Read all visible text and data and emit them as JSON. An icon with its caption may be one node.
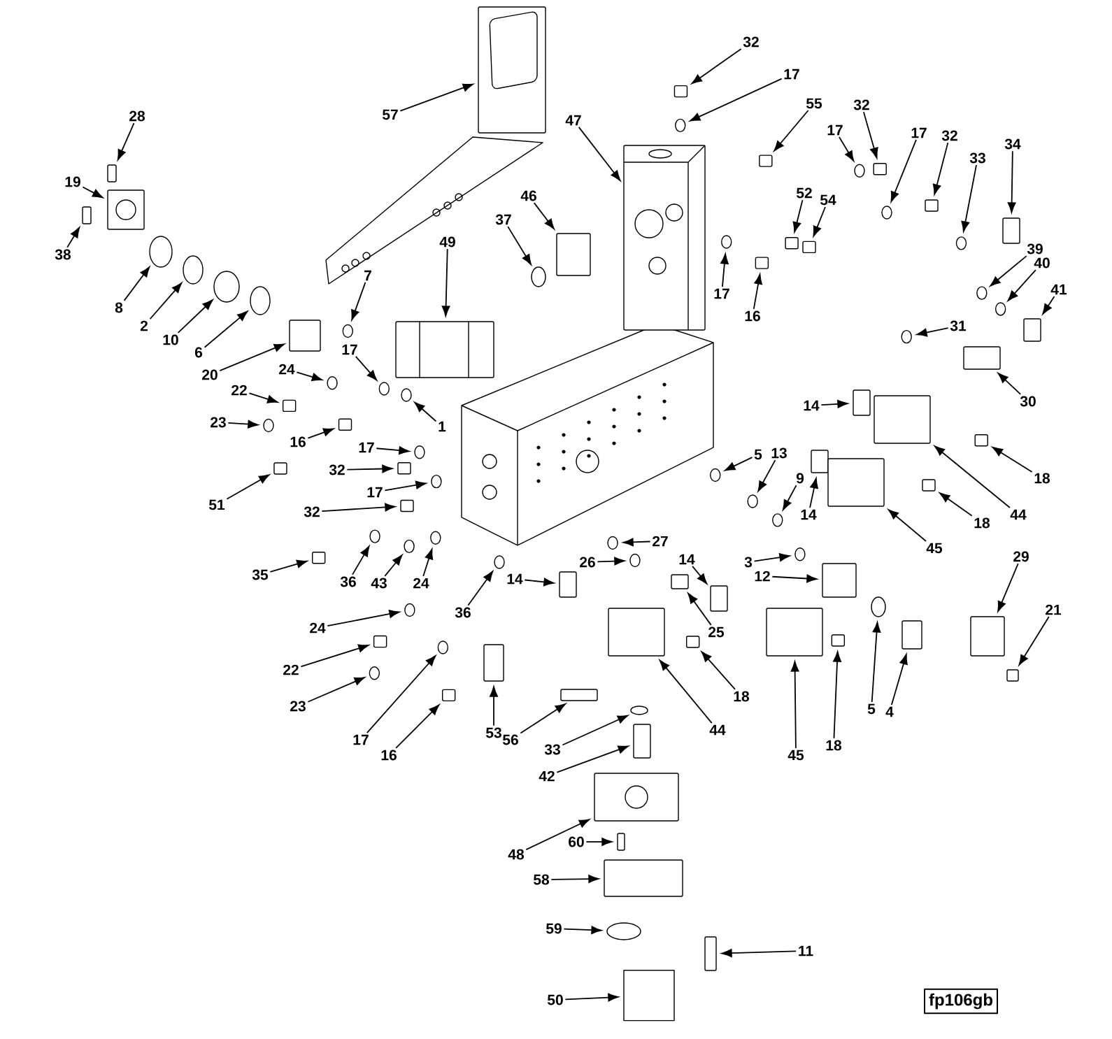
{
  "diagram": {
    "nodes": [
      {
        "text": [
          "32"
        ]
      },
      {
        "text": [
          "17"
        ]
      },
      {
        "text": [
          "55"
        ]
      },
      {
        "text": [
          "32"
        ]
      },
      {
        "text": [
          "57"
        ]
      },
      {
        "text": [
          "28"
        ]
      },
      {
        "text": [
          "47"
        ]
      },
      {
        "text": [
          "17"
        ]
      },
      {
        "text": [
          "17"
        ]
      },
      {
        "text": [
          "32"
        ]
      },
      {
        "text": [
          "34"
        ]
      },
      {
        "text": [
          "33"
        ]
      },
      {
        "text": [
          "19"
        ]
      },
      {
        "text": [
          "52"
        ]
      },
      {
        "text": [
          "46"
        ]
      },
      {
        "text": [
          "54"
        ]
      },
      {
        "text": [
          "37"
        ]
      },
      {
        "text": [
          "49"
        ]
      },
      {
        "text": [
          "39"
        ]
      },
      {
        "text": [
          "38"
        ]
      },
      {
        "text": [
          "40"
        ]
      },
      {
        "text": [
          "7"
        ]
      },
      {
        "text": [
          "41"
        ]
      },
      {
        "text": [
          "17"
        ]
      },
      {
        "text": [
          "16"
        ]
      },
      {
        "text": [
          "8"
        ]
      },
      {
        "text": [
          "2"
        ]
      },
      {
        "text": [
          "31"
        ]
      },
      {
        "text": [
          "10"
        ]
      },
      {
        "text": [
          "6"
        ]
      },
      {
        "text": [
          "17"
        ]
      },
      {
        "text": [
          "24"
        ]
      },
      {
        "text": [
          "20"
        ]
      },
      {
        "text": [
          "22"
        ]
      },
      {
        "text": [
          "30"
        ]
      },
      {
        "text": [
          "14"
        ]
      },
      {
        "text": [
          "23"
        ]
      },
      {
        "text": [
          "1"
        ]
      },
      {
        "text": [
          "16"
        ]
      },
      {
        "text": [
          "17"
        ]
      },
      {
        "text": [
          "5"
        ]
      },
      {
        "text": [
          "13"
        ]
      },
      {
        "text": [
          "32"
        ]
      },
      {
        "text": [
          "9"
        ]
      },
      {
        "text": [
          "18"
        ]
      },
      {
        "text": [
          "17"
        ]
      },
      {
        "text": [
          "51"
        ]
      },
      {
        "text": [
          "32"
        ]
      },
      {
        "text": [
          "44"
        ]
      },
      {
        "text": [
          "14"
        ]
      },
      {
        "text": [
          "18"
        ]
      },
      {
        "text": [
          "45"
        ]
      },
      {
        "text": [
          "27"
        ]
      },
      {
        "text": [
          "29"
        ]
      },
      {
        "text": [
          "3"
        ]
      },
      {
        "text": [
          "26"
        ]
      },
      {
        "text": [
          "35"
        ]
      },
      {
        "text": [
          "12"
        ]
      },
      {
        "text": [
          "14"
        ]
      },
      {
        "text": [
          "14"
        ]
      },
      {
        "text": [
          "36"
        ]
      },
      {
        "text": [
          "43"
        ]
      },
      {
        "text": [
          "24"
        ]
      },
      {
        "text": [
          "36"
        ]
      },
      {
        "text": [
          "21"
        ]
      },
      {
        "text": [
          "24"
        ]
      },
      {
        "text": [
          "25"
        ]
      },
      {
        "text": [
          "22"
        ]
      },
      {
        "text": [
          "18"
        ]
      },
      {
        "text": [
          "23"
        ]
      },
      {
        "text": [
          "5"
        ]
      },
      {
        "text": [
          "4"
        ]
      },
      {
        "text": [
          "53"
        ]
      },
      {
        "text": [
          "44"
        ]
      },
      {
        "text": [
          "17"
        ]
      },
      {
        "text": [
          "56"
        ]
      },
      {
        "text": [
          "18"
        ]
      },
      {
        "text": [
          "33"
        ]
      },
      {
        "text": [
          "16"
        ]
      },
      {
        "text": [
          "45"
        ]
      },
      {
        "text": [
          "42"
        ]
      },
      {
        "text": [
          "60"
        ]
      },
      {
        "text": [
          "48"
        ]
      },
      {
        "text": [
          "58"
        ]
      },
      {
        "text": [
          "59"
        ]
      },
      {
        "text": [
          "11"
        ]
      },
      {
        "text": [
          "50"
        ]
      },
      {
        "text": [
          "fp106gb"
        ]
      },
      {
        "text": [],
        "shape": "box"
      },
      {
        "text": [],
        "shape": "circle"
      },
      {
        "text": [],
        "shape": "box"
      },
      {
        "text": [],
        "shape": "box"
      },
      {
        "text": [],
        "shape": "box"
      },
      {
        "text": [],
        "shape": "box"
      },
      {
        "text": [],
        "shape": "box"
      },
      {
        "text": [],
        "shape": "circle"
      },
      {
        "text": [],
        "shape": "circle"
      },
      {
        "text": [],
        "shape": "box"
      },
      {
        "text": [],
        "shape": "box"
      },
      {
        "text": [],
        "shape": "circle"
      },
      {
        "text": [],
        "shape": "box"
      },
      {
        "text": [],
        "shape": "box"
      },
      {
        "text": [],
        "shape": "box"
      },
      {
        "text": [],
        "shape": "box"
      },
      {
        "text": [],
        "shape": "circle"
      },
      {
        "text": [],
        "shape": "box"
      },
      {
        "text": [],
        "shape": "circle"
      },
      {
        "text": [],
        "shape": "box"
      },
      {
        "text": [],
        "shape": "circle"
      },
      {
        "text": [],
        "shape": "circle"
      },
      {
        "text": [],
        "shape": "box"
      },
      {
        "text": [],
        "shape": "circle"
      },
      {
        "text": [],
        "shape": "box"
      },
      {
        "text": [],
        "shape": "circle"
      },
      {
        "text": [],
        "shape": "circle"
      },
      {
        "text": [],
        "shape": "circle"
      },
      {
        "text": [],
        "shape": "circle"
      },
      {
        "text": [],
        "shape": "circle"
      },
      {
        "text": [],
        "shape": "circle"
      },
      {
        "text": [],
        "shape": "circle"
      },
      {
        "text": [],
        "shape": "box"
      },
      {
        "text": [],
        "shape": "box"
      },
      {
        "text": [],
        "shape": "box"
      },
      {
        "text": [],
        "shape": "box"
      },
      {
        "text": [],
        "shape": "circle"
      },
      {
        "text": [],
        "shape": "circle"
      },
      {
        "text": [],
        "shape": "box"
      },
      {
        "text": [],
        "shape": "circle"
      },
      {
        "text": [],
        "shape": "circle"
      },
      {
        "text": [],
        "shape": "circle"
      },
      {
        "text": [],
        "shape": "box"
      },
      {
        "text": [],
        "shape": "circle"
      },
      {
        "text": [],
        "shape": "box"
      },
      {
        "text": [],
        "shape": "circle"
      },
      {
        "text": [],
        "shape": "box"
      },
      {
        "text": [],
        "shape": "box"
      },
      {
        "text": [],
        "shape": "box"
      },
      {
        "text": [],
        "shape": "box"
      },
      {
        "text": [],
        "shape": "box"
      },
      {
        "text": [],
        "shape": "box"
      },
      {
        "text": [],
        "shape": "circle"
      },
      {
        "text": [],
        "shape": "box"
      },
      {
        "text": [],
        "shape": "circle"
      },
      {
        "text": [],
        "shape": "circle"
      },
      {
        "text": [],
        "shape": "box"
      },
      {
        "text": [],
        "shape": "box"
      },
      {
        "text": [],
        "shape": "box"
      },
      {
        "text": [],
        "shape": "box"
      },
      {
        "text": [],
        "shape": "circle"
      },
      {
        "text": [],
        "shape": "circle"
      },
      {
        "text": [],
        "shape": "circle"
      },
      {
        "text": [],
        "shape": "circle"
      },
      {
        "text": [],
        "shape": "box"
      },
      {
        "text": [],
        "shape": "circle"
      },
      {
        "text": [],
        "shape": "box"
      },
      {
        "text": [],
        "shape": "box"
      },
      {
        "text": [],
        "shape": "box"
      },
      {
        "text": [],
        "shape": "circle"
      },
      {
        "text": [],
        "shape": "circle"
      },
      {
        "text": [],
        "shape": "box"
      },
      {
        "text": [],
        "shape": "box"
      },
      {
        "text": [],
        "shape": "box"
      },
      {
        "text": [],
        "shape": "circle"
      },
      {
        "text": [],
        "shape": "box"
      },
      {
        "text": [],
        "shape": "box"
      },
      {
        "text": [],
        "shape": "circle"
      },
      {
        "text": [],
        "shape": "box"
      },
      {
        "text": [],
        "shape": "box"
      },
      {
        "text": [],
        "shape": "box"
      },
      {
        "text": [],
        "shape": "box"
      },
      {
        "text": [],
        "shape": "box"
      },
      {
        "text": [],
        "shape": "box"
      },
      {
        "text": [],
        "shape": "circle"
      },
      {
        "text": [],
        "shape": "box"
      },
      {
        "text": [],
        "shape": "cylinder"
      }
    ],
    "edges": [
      {
        "from": 0,
        "to": 88,
        "arrow": "to"
      },
      {
        "from": 1,
        "to": 89,
        "arrow": "to"
      },
      {
        "from": 2,
        "to": 90,
        "arrow": "to"
      },
      {
        "from": 3,
        "to": 91,
        "arrow": "to"
      },
      {
        "from": 4,
        "to": 92,
        "arrow": "to"
      },
      {
        "from": 5,
        "to": 93,
        "arrow": "to"
      },
      {
        "from": 6,
        "to": 94,
        "arrow": "to"
      },
      {
        "from": 7,
        "to": 95,
        "arrow": "to"
      },
      {
        "from": 8,
        "to": 96,
        "arrow": "to"
      },
      {
        "from": 9,
        "to": 97,
        "arrow": "to"
      },
      {
        "from": 10,
        "to": 98,
        "arrow": "to"
      },
      {
        "from": 11,
        "to": 99,
        "arrow": "to"
      },
      {
        "from": 12,
        "to": 100,
        "arrow": "to"
      },
      {
        "from": 13,
        "to": 101,
        "arrow": "to"
      },
      {
        "from": 14,
        "to": 102,
        "arrow": "to"
      },
      {
        "from": 15,
        "to": 103,
        "arrow": "to"
      },
      {
        "from": 16,
        "to": 104,
        "arrow": "to"
      },
      {
        "from": 17,
        "to": 105,
        "arrow": "to"
      },
      {
        "from": 18,
        "to": 106,
        "arrow": "to"
      },
      {
        "from": 19,
        "to": 107,
        "arrow": "to"
      },
      {
        "from": 20,
        "to": 108,
        "arrow": "to"
      },
      {
        "from": 21,
        "to": 109,
        "arrow": "to"
      },
      {
        "from": 22,
        "to": 110,
        "arrow": "to"
      },
      {
        "from": 23,
        "to": 111,
        "arrow": "to"
      },
      {
        "from": 24,
        "to": 112,
        "arrow": "to"
      },
      {
        "from": 25,
        "to": 113,
        "arrow": "to"
      },
      {
        "from": 26,
        "to": 114,
        "arrow": "to"
      },
      {
        "from": 27,
        "to": 115,
        "arrow": "to"
      },
      {
        "from": 28,
        "to": 116,
        "arrow": "to"
      },
      {
        "from": 29,
        "to": 117,
        "arrow": "to"
      },
      {
        "from": 30,
        "to": 118,
        "arrow": "to"
      },
      {
        "from": 31,
        "to": 119,
        "arrow": "to"
      },
      {
        "from": 32,
        "to": 120,
        "arrow": "to"
      },
      {
        "from": 33,
        "to": 121,
        "arrow": "to"
      },
      {
        "from": 34,
        "to": 122,
        "arrow": "to"
      },
      {
        "from": 35,
        "to": 123,
        "arrow": "to"
      },
      {
        "from": 36,
        "to": 124,
        "arrow": "to"
      },
      {
        "from": 37,
        "to": 125,
        "arrow": "to"
      },
      {
        "from": 38,
        "to": 126,
        "arrow": "to"
      },
      {
        "from": 39,
        "to": 127,
        "arrow": "to"
      },
      {
        "from": 40,
        "to": 128,
        "arrow": "to"
      },
      {
        "from": 41,
        "to": 129,
        "arrow": "to"
      },
      {
        "from": 42,
        "to": 130,
        "arrow": "to"
      },
      {
        "from": 43,
        "to": 131,
        "arrow": "to"
      },
      {
        "from": 44,
        "to": 132,
        "arrow": "to"
      },
      {
        "from": 45,
        "to": 133,
        "arrow": "to"
      },
      {
        "from": 46,
        "to": 134,
        "arrow": "to"
      },
      {
        "from": 47,
        "to": 135,
        "arrow": "to"
      },
      {
        "from": 48,
        "to": 136,
        "arrow": "to"
      },
      {
        "from": 49,
        "to": 137,
        "arrow": "to"
      },
      {
        "from": 50,
        "to": 138,
        "arrow": "to"
      },
      {
        "from": 51,
        "to": 139,
        "arrow": "to"
      },
      {
        "from": 52,
        "to": 140,
        "arrow": "to"
      },
      {
        "from": 53,
        "to": 141,
        "arrow": "to"
      },
      {
        "from": 54,
        "to": 142,
        "arrow": "to"
      },
      {
        "from": 55,
        "to": 143,
        "arrow": "to"
      },
      {
        "from": 56,
        "to": 144,
        "arrow": "to"
      },
      {
        "from": 57,
        "to": 145,
        "arrow": "to"
      },
      {
        "from": 58,
        "to": 146,
        "arrow": "to"
      },
      {
        "from": 59,
        "to": 147,
        "arrow": "to"
      },
      {
        "from": 60,
        "to": 148,
        "arrow": "to"
      },
      {
        "from": 61,
        "to": 149,
        "arrow": "to"
      },
      {
        "from": 62,
        "to": 150,
        "arrow": "to"
      },
      {
        "from": 63,
        "to": 151,
        "arrow": "to"
      },
      {
        "from": 64,
        "to": 152,
        "arrow": "to"
      },
      {
        "from": 65,
        "to": 153,
        "arrow": "to"
      },
      {
        "from": 66,
        "to": 154,
        "arrow": "to"
      },
      {
        "from": 67,
        "to": 155,
        "arrow": "to"
      },
      {
        "from": 68,
        "to": 156,
        "arrow": "to"
      },
      {
        "from": 69,
        "to": 157,
        "arrow": "to"
      },
      {
        "from": 70,
        "to": 158,
        "arrow": "to"
      },
      {
        "from": 71,
        "to": 159,
        "arrow": "to"
      },
      {
        "from": 72,
        "to": 160,
        "arrow": "to"
      },
      {
        "from": 73,
        "to": 161,
        "arrow": "to"
      },
      {
        "from": 74,
        "to": 162,
        "arrow": "to"
      },
      {
        "from": 75,
        "to": 163,
        "arrow": "to"
      },
      {
        "from": 76,
        "to": 164,
        "arrow": "to"
      },
      {
        "from": 77,
        "to": 165,
        "arrow": "to"
      },
      {
        "from": 78,
        "to": 166,
        "arrow": "to"
      },
      {
        "from": 79,
        "to": 167,
        "arrow": "to"
      },
      {
        "from": 80,
        "to": 168,
        "arrow": "to"
      },
      {
        "from": 81,
        "to": 169,
        "arrow": "to"
      },
      {
        "from": 82,
        "to": 170,
        "arrow": "to"
      },
      {
        "from": 83,
        "to": 171,
        "arrow": "to"
      },
      {
        "from": 84,
        "to": 172,
        "arrow": "to"
      },
      {
        "from": 85,
        "to": 173,
        "arrow": "to"
      },
      {
        "from": 86,
        "to": 174,
        "arrow": "to"
      }
    ]
  }
}
